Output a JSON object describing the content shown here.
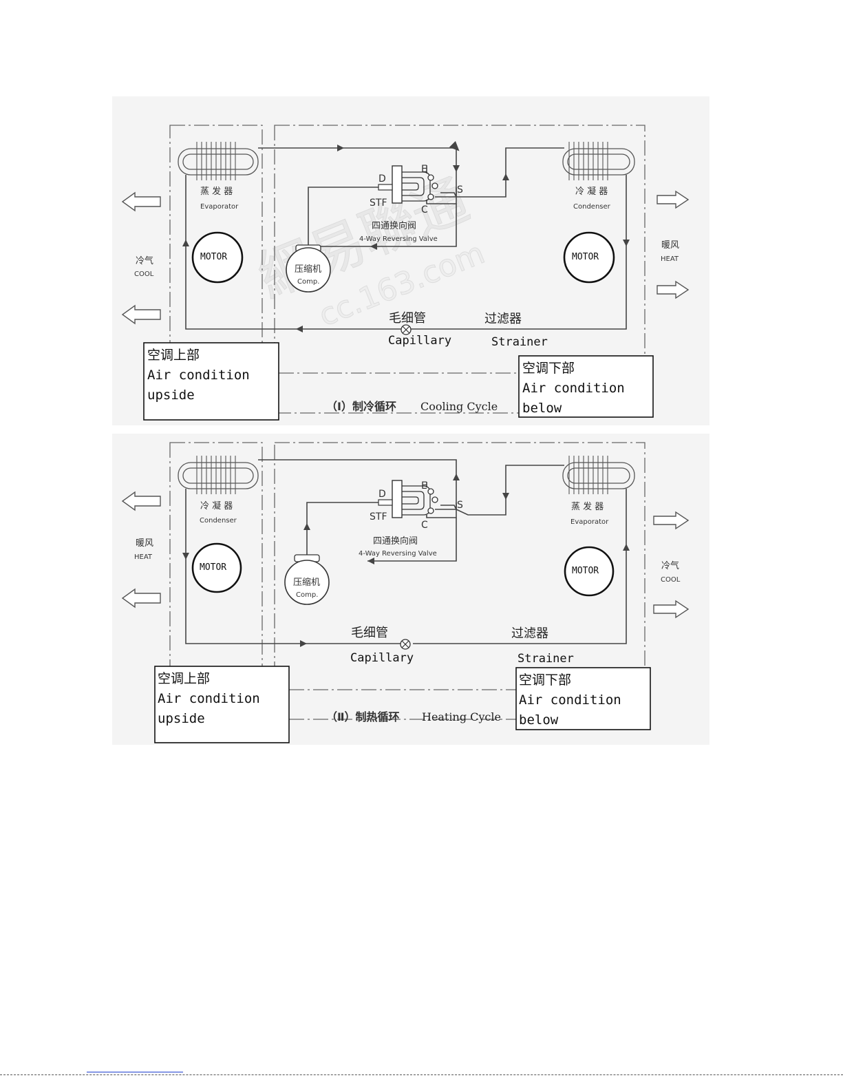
{
  "diagrams": [
    {
      "caption_zh": "（Ⅰ）制冷循环",
      "caption_en": "Cooling Cycle",
      "left_coil_zh": "蒸 发 器",
      "left_coil_en": "Evaporator",
      "right_coil_zh": "冷 凝 器",
      "right_coil_en": "Condenser",
      "left_air_zh": "冷气",
      "left_air_en": "COOL",
      "right_air_zh": "暖风",
      "right_air_en": "HEAT",
      "motor_left": "MOTOR",
      "motor_right": "MOTOR",
      "valve_d": "D",
      "valve_e": "E",
      "valve_s": "S",
      "valve_c": "C",
      "valve_stf": "STF",
      "valve_zh": "四通换向阀",
      "valve_en": "4-Way Reversing Valve",
      "comp_zh": "压缩机",
      "comp_en": "Comp.",
      "capillary_zh": "毛细管",
      "capillary_en": "Capillary",
      "strainer_zh": "过滤器",
      "strainer_en": "Strainer",
      "box_left": [
        "空调上部",
        "Air condition",
        "upside"
      ],
      "box_right": [
        "空调下部",
        "Air condition",
        "below"
      ]
    },
    {
      "caption_zh": "（Ⅱ）制热循环",
      "caption_en": "Heating Cycle",
      "left_coil_zh": "冷 凝 器",
      "left_coil_en": "Condenser",
      "right_coil_zh": "蒸 发 器",
      "right_coil_en": "Evaporator",
      "left_air_zh": "暖风",
      "left_air_en": "HEAT",
      "right_air_zh": "冷气",
      "right_air_en": "COOL",
      "motor_left": "MOTOR",
      "motor_right": "MOTOR",
      "valve_d": "D",
      "valve_e": "E",
      "valve_s": "S",
      "valve_c": "C",
      "valve_stf": "STF",
      "valve_zh": "四通换向阀",
      "valve_en": "4-Way Reversing Valve",
      "comp_zh": "压缩机",
      "comp_en": "Comp.",
      "capillary_zh": "毛细管",
      "capillary_en": "Capillary",
      "strainer_zh": "过滤器",
      "strainer_en": "Strainer",
      "box_left": [
        "空调上部",
        "Air condition",
        "upside"
      ],
      "box_right": [
        "空调下部",
        "Air condition",
        "below"
      ]
    }
  ],
  "watermark": "網易聯通 cc.163.com"
}
